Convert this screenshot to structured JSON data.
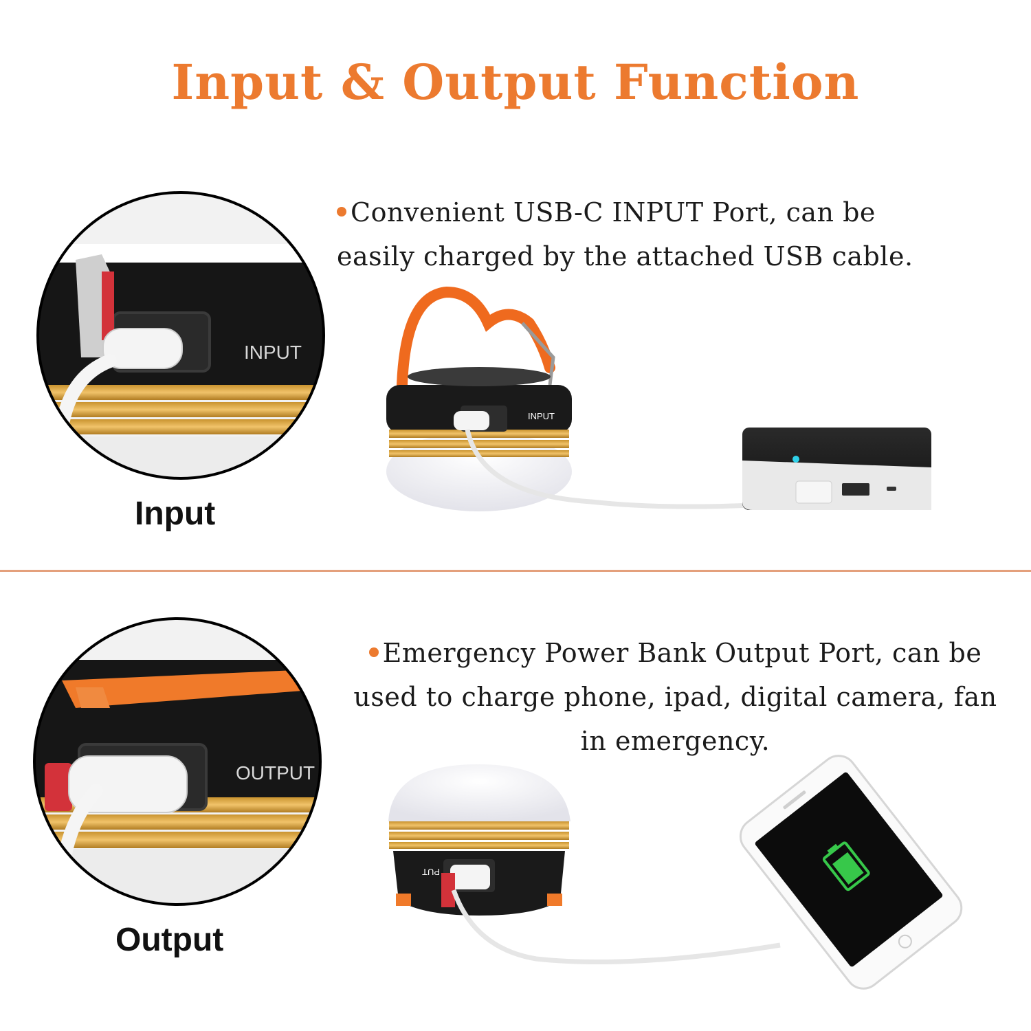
{
  "title": "Input & Output Function",
  "input_section": {
    "description": "Convenient USB-C INPUT Port, can be easily charged by the attached USB cable.",
    "caption": "Input",
    "port_label": "INPUT"
  },
  "output_section": {
    "description": "Emergency Power Bank Output Port, can be used to charge phone, ipad, digital camera, fan in emergency.",
    "caption": "Output",
    "port_label": "OUTPUT"
  },
  "colors": {
    "accent": "#ec7a2f",
    "divider": "#e4a07c"
  }
}
